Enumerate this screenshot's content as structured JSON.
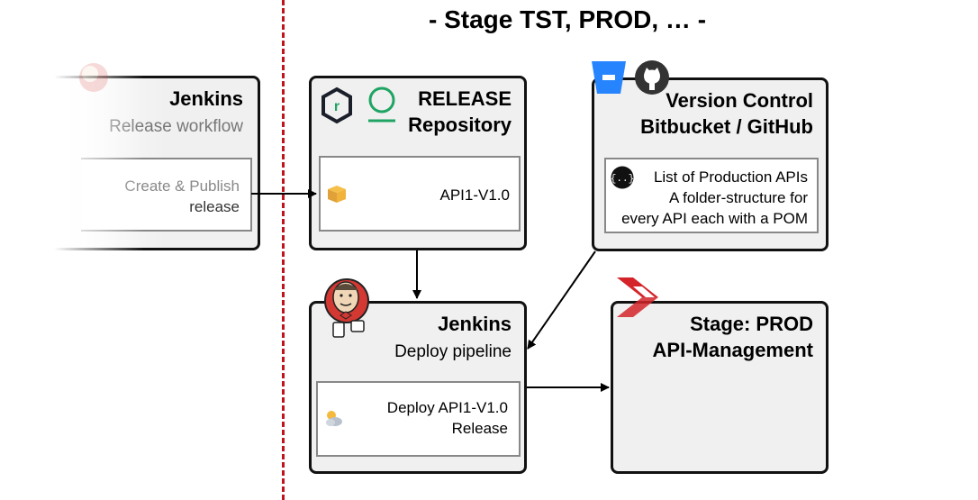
{
  "title": "- Stage TST, PROD, … -",
  "jenkins_release": {
    "name": "Jenkins",
    "subtitle": "Release workflow",
    "action_line1": "Create & Publish",
    "action_line2": "release"
  },
  "release_repo": {
    "name_line1": "RELEASE",
    "name_line2": "Repository",
    "artifact": "API1-V1.0"
  },
  "version_control": {
    "name_line1": "Version Control",
    "name_line2": "Bitbucket / GitHub",
    "desc_line1": "List of Production APIs",
    "desc_line2": "A folder-structure for",
    "desc_line3": "every API each with a POM"
  },
  "jenkins_deploy": {
    "name": "Jenkins",
    "subtitle": "Deploy pipeline",
    "action_line1": "Deploy API1-V1.0",
    "action_line2": "Release"
  },
  "prod_stage": {
    "name_line1": "Stage: PROD",
    "name_line2": "API-Management"
  },
  "icons": [
    "jenkins-logo-faded-icon",
    "nexus-r-hexagon-icon",
    "nexus-circle-icon",
    "package-icon",
    "bitbucket-icon",
    "github-icon",
    "json-braces-icon",
    "jenkins-butler-icon",
    "weather-icon",
    "api-management-logo-icon"
  ],
  "colors": {
    "divider": "#c0141c",
    "box_fill": "#f0f0f0",
    "nexus_green": "#1fa463",
    "bitbucket_blue": "#2684ff",
    "axway_red": "#d4242a"
  }
}
